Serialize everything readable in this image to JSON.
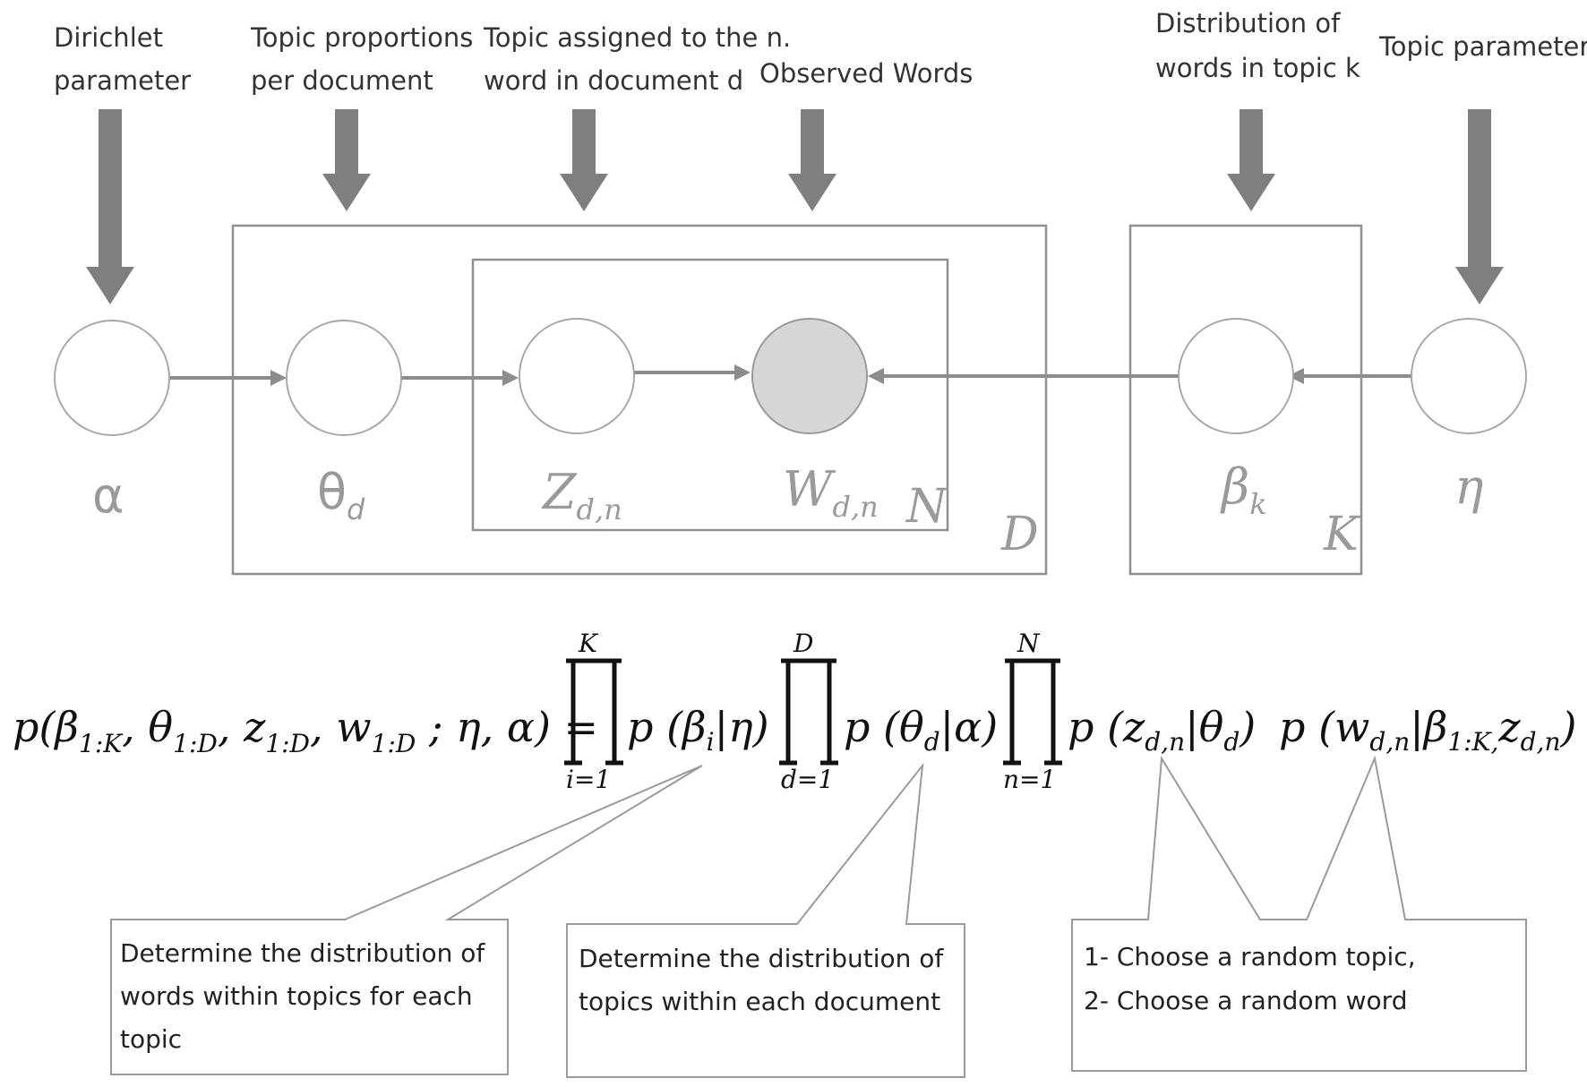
{
  "top_labels": {
    "alpha": [
      "Dirichlet",
      "parameter"
    ],
    "theta": [
      "Topic proportions",
      "per document"
    ],
    "z": [
      "Topic assigned to the n.",
      "word in document d"
    ],
    "w": [
      "Observed Words"
    ],
    "beta": [
      "Distribution of",
      "words in topic k"
    ],
    "eta": [
      "Topic parameter"
    ]
  },
  "nodes": {
    "alpha": {
      "symbol": "α",
      "subscript": ""
    },
    "theta": {
      "symbol": "θ",
      "subscript": "d"
    },
    "z": {
      "symbol": "Z",
      "subscript": "d,n"
    },
    "w": {
      "symbol": "W",
      "subscript": "d,n"
    },
    "beta": {
      "symbol": "β",
      "subscript": "k"
    },
    "eta": {
      "symbol": "η",
      "subscript": ""
    }
  },
  "plates": {
    "N": "N",
    "D": "D",
    "K": "K"
  },
  "equation": {
    "lhs": "p(β1:K, θ1:D, z1:D, w1:D ; η, α) =",
    "prod1": {
      "upper": "K",
      "lower": "i=1"
    },
    "prod2": {
      "upper": "D",
      "lower": "d=1"
    },
    "prod3": {
      "upper": "N",
      "lower": "n=1"
    }
  },
  "callouts": {
    "beta": [
      "Determine the distribution of",
      "words within topics for each",
      "topic"
    ],
    "theta": [
      "Determine the distribution of",
      "topics within each document"
    ],
    "zw": [
      "1- Choose a random topic,",
      "2- Choose a random word"
    ]
  },
  "colors": {
    "observed_node": "#d6d6d6",
    "arrow": "#7f7f7f",
    "plate": "#8f8f8f"
  }
}
